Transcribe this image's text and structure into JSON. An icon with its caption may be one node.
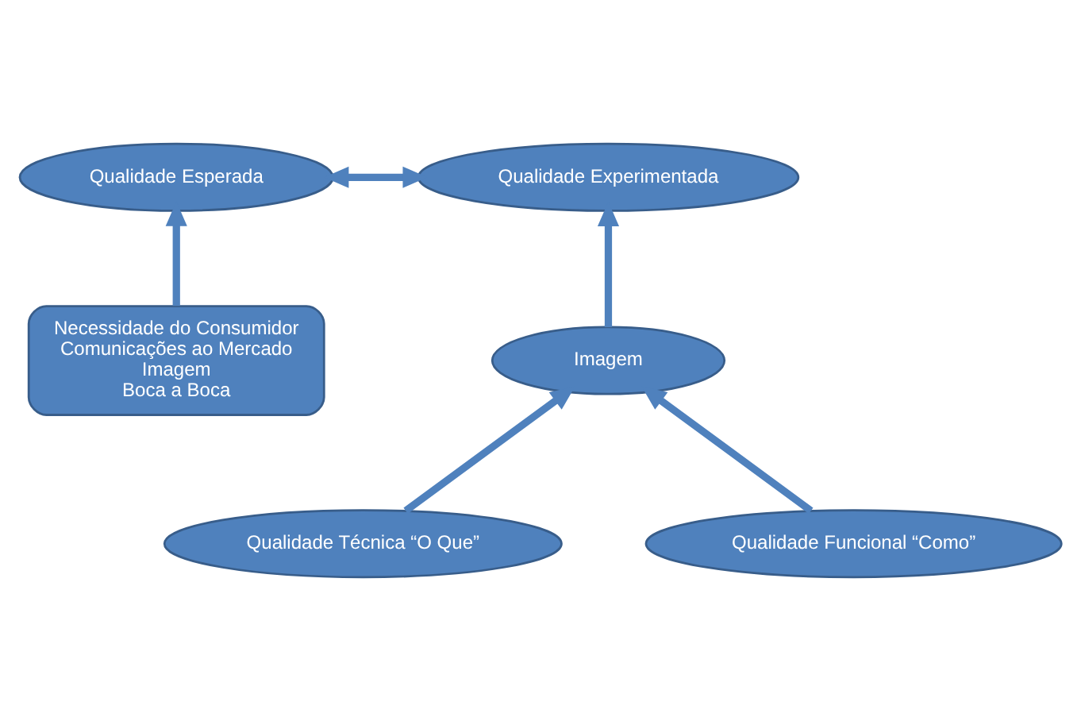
{
  "diagram": {
    "nodes": [
      {
        "text": [
          "Qualidade Esperada"
        ]
      },
      {
        "text": [
          "Qualidade Experimentada"
        ]
      },
      {
        "text": [
          "Necessidade do Consumidor",
          "Comunicações ao Mercado",
          "Imagem",
          "Boca a Boca"
        ]
      },
      {
        "text": [
          "Imagem"
        ]
      },
      {
        "text": [
          "Qualidade Técnica “O Que”"
        ]
      },
      {
        "text": [
          "Qualidade Funcional “Como”"
        ]
      }
    ],
    "edges": [
      {
        "from": 0,
        "to": 1,
        "arrow": "both"
      },
      {
        "from": 2,
        "to": 0,
        "arrow": "to"
      },
      {
        "from": 3,
        "to": 1,
        "arrow": "to"
      },
      {
        "from": 4,
        "to": 3,
        "arrow": "to"
      },
      {
        "from": 5,
        "to": 3,
        "arrow": "to"
      }
    ]
  }
}
